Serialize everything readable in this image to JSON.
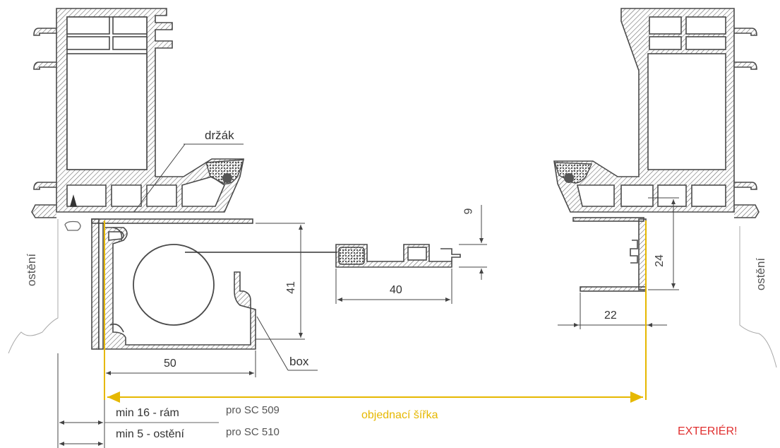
{
  "labels": {
    "holder": "držák",
    "box": "box",
    "wall_left": "ostění",
    "wall_right": "ostění",
    "order_width": "objednací šířka",
    "exterior": "EXTERIÉR!"
  },
  "dimensions": {
    "d_41": "41",
    "d_50": "50",
    "d_40": "40",
    "d_9": "9",
    "d_24": "24",
    "d_22": "22"
  },
  "notes": [
    {
      "min": "min 16 - rám",
      "product": "pro SC 509"
    },
    {
      "min": "min 5 - ostění",
      "product": "pro SC 510"
    }
  ],
  "colors": {
    "line": "#4a4a4a",
    "hatch": "#6a6a6a",
    "order_width": "#e6b800",
    "exterior": "#e03030",
    "seal": "#3a3a3a"
  }
}
